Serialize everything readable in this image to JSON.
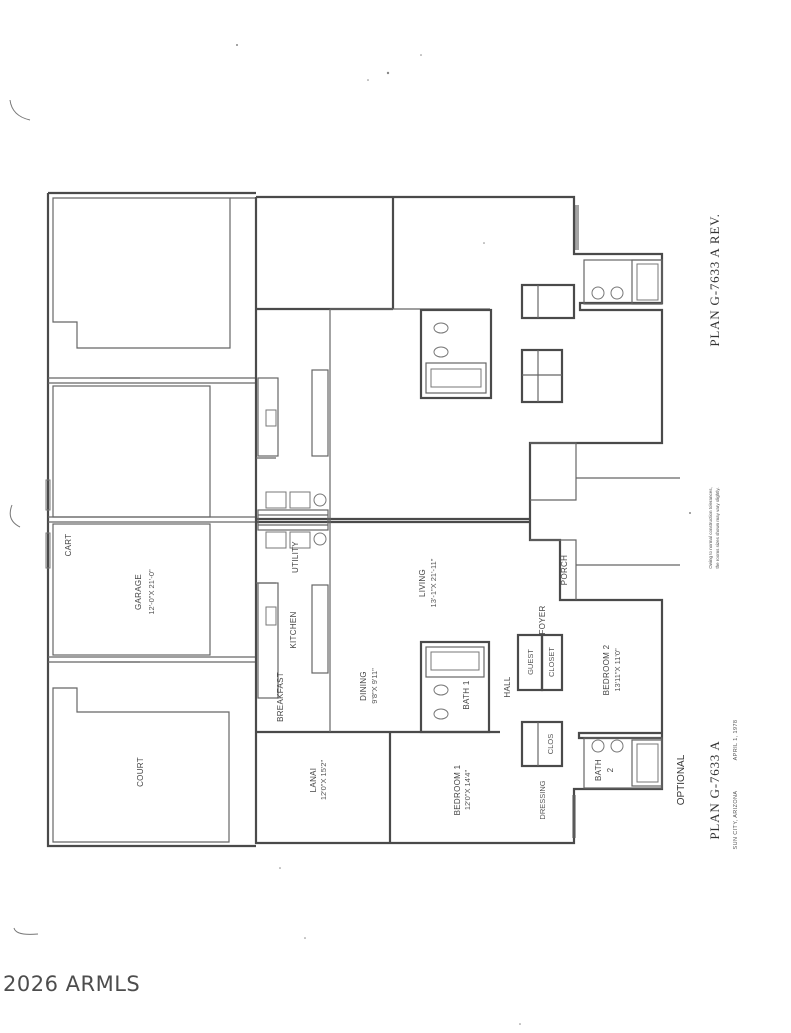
{
  "rooms": {
    "court": "COURT",
    "garage": "GARAGE",
    "garage_dim": "12'-0\"X 21'-0\"",
    "cart": "CART",
    "lanai": "LANAI",
    "lanai_dim": "12'0\"X 15'2\"",
    "breakfast": "BREAKFAST",
    "kitchen": "KITCHEN",
    "utility": "UTILITY",
    "dining": "DINING",
    "dining_dim": "9'8\"X 9'11\"",
    "living": "LIVING",
    "living_dim": "13'-1\"X 21'-11\"",
    "bath1": "BATH 1",
    "hall": "HALL",
    "guest": "GUEST",
    "closet": "CLOSET",
    "foyer": "FOYER",
    "porch": "PORCH",
    "bedroom2": "BEDROOM 2",
    "bedroom2_dim": "13'11\"X 11'0\"",
    "clos": "CLOS",
    "bath2": "BATH",
    "bath2_num": "2",
    "bedroom1": "BEDROOM 1",
    "bedroom1_dim": "12'0\"X 14'4\"",
    "dressing": "DRESSING"
  },
  "titles": {
    "plan_rev": "PLAN G-7633 A REV.",
    "plan": "PLAN G-7633 A",
    "location": "SUN CITY, ARIZONA",
    "date": "APRIL 1, 1978",
    "optional": "OPTIONAL",
    "note_line1": "Owing to normal construction tolerances,",
    "note_line2": "the rooms sizes shown may vary slightly."
  },
  "footer": {
    "copyright": "2026 ARMLS"
  }
}
